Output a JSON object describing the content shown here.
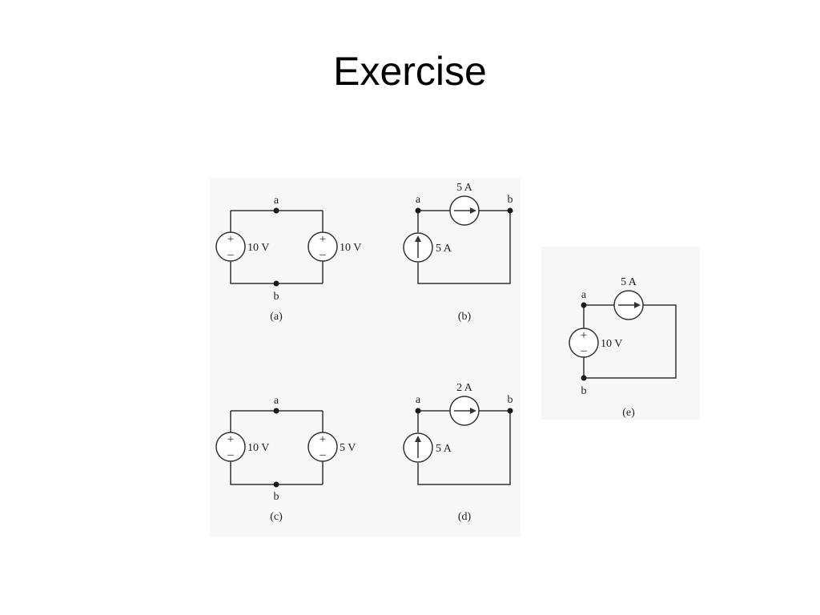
{
  "slide": {
    "title": "Exercise"
  },
  "circuits": {
    "a": {
      "caption": "(a)",
      "node_top": "a",
      "node_bottom": "b",
      "left_source": "10 V",
      "right_source": "10 V",
      "plus": "+",
      "minus": "–"
    },
    "b": {
      "caption": "(b)",
      "node_left": "a",
      "node_right": "b",
      "top_source": "5 A",
      "left_source": "5 A"
    },
    "c": {
      "caption": "(c)",
      "node_top": "a",
      "node_bottom": "b",
      "left_source": "10 V",
      "right_source": "5 V",
      "plus": "+",
      "minus": "–"
    },
    "d": {
      "caption": "(d)",
      "node_left": "a",
      "node_right": "b",
      "top_source": "2 A",
      "left_source": "5 A"
    },
    "e": {
      "caption": "(e)",
      "node_top": "a",
      "node_bottom": "b",
      "top_source": "5 A",
      "left_source": "10 V",
      "plus": "+",
      "minus": "–"
    }
  },
  "colors": {
    "background": "#ffffff",
    "panel": "#f7f7f7",
    "wire": "#333333",
    "text": "#222222"
  }
}
